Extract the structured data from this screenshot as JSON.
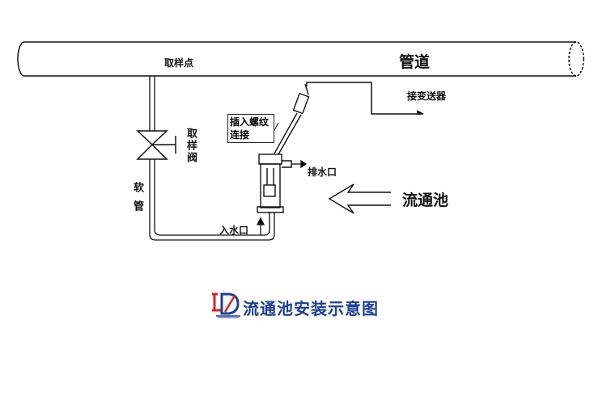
{
  "labels": {
    "pipe": "管道",
    "sampling_point": "取样点",
    "sampling_valve": "取样阀",
    "hose": "软管",
    "insert_thread": "插入螺纹连接",
    "to_transmitter": "接变送器",
    "drain": "排水口",
    "inlet": "入水口",
    "flow_cell": "流通池"
  },
  "caption": "流通池安装示意图",
  "colors": {
    "line": "#111111",
    "caption": "#1c3f95",
    "logo_red": "#d9242a",
    "logo_blue": "#1c3f95"
  }
}
